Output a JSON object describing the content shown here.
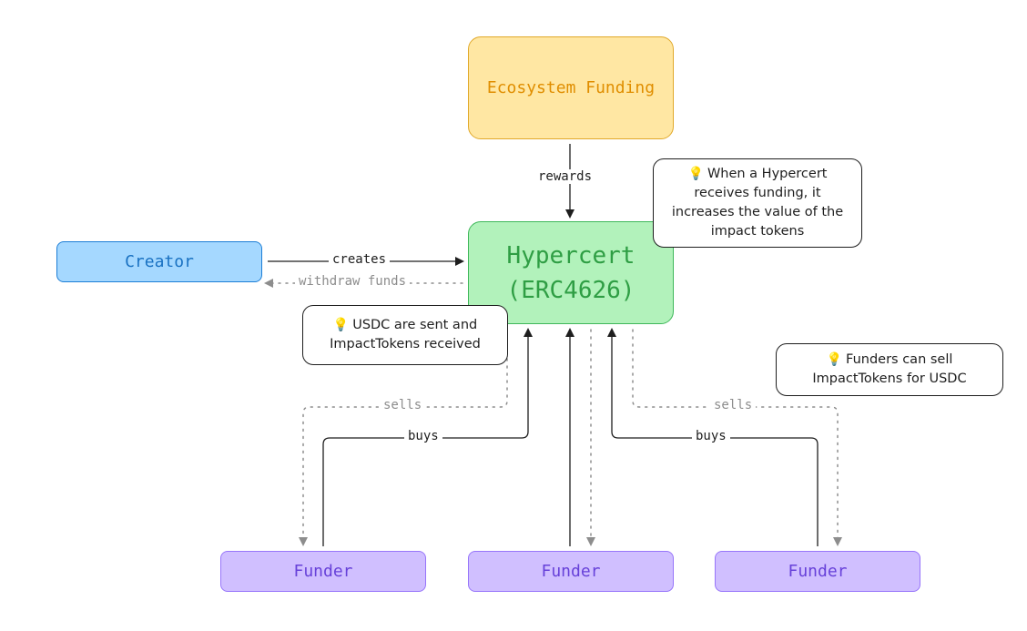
{
  "nodes": {
    "ecosystem": "Ecosystem Funding",
    "hypercert_line1": "Hypercert",
    "hypercert_line2": "(ERC4626)",
    "creator": "Creator",
    "funders": [
      "Funder",
      "Funder",
      "Funder"
    ]
  },
  "edges": {
    "rewards": "rewards",
    "creates": "creates",
    "withdraw": "withdraw funds",
    "sells_left": "sells",
    "buys_left": "buys",
    "sells_right": "sells",
    "buys_right": "buys"
  },
  "notes": {
    "bulb_icon": "💡",
    "hypercert_note": "When a Hypercert receives funding, it increases the value of the impact tokens",
    "usdc_note": "USDC are sent and ImpactTokens received",
    "funders_note": "Funders can sell ImpactTokens for USDC"
  },
  "colors": {
    "ecosystem": "#ffe7a3",
    "hypercert": "#b2f2bb",
    "creator": "#a5d8ff",
    "funder": "#d0bfff"
  }
}
